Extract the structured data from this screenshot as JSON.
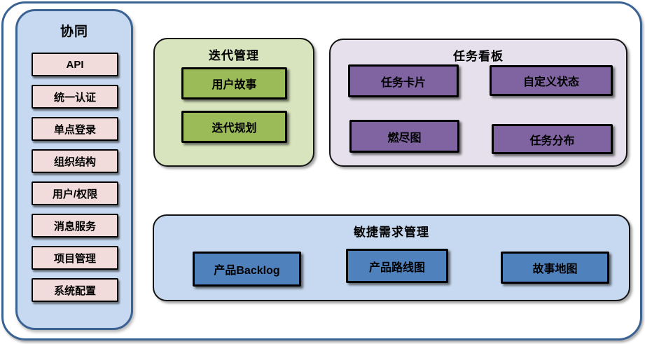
{
  "sidebar": {
    "title": "协同",
    "items": [
      "API",
      "统一认证",
      "单点登录",
      "组织结构",
      "用户/权限",
      "消息服务",
      "项目管理",
      "系统配置"
    ]
  },
  "groups": {
    "iteration": {
      "title": "迭代管理",
      "items": [
        "用户故事",
        "迭代规划"
      ]
    },
    "taskboard": {
      "title": "任务看板",
      "items": [
        "任务卡片",
        "自定义状态",
        "燃尽图",
        "任务分布"
      ]
    },
    "requirements": {
      "title": "敏捷需求管理",
      "items": [
        "产品Backlog",
        "产品路线图",
        "故事地图"
      ]
    }
  },
  "colors": {
    "frame_border": "#3A6292",
    "sidebar_bg": "#C6D9F1",
    "sidebar_item_bg": "#F2DCDB",
    "iteration_bg": "#D7E4BD",
    "iteration_item_bg": "#9BBB59",
    "taskboard_bg": "#E5E0EC",
    "taskboard_item_bg": "#8064A2",
    "requirements_bg": "#C6D9F1",
    "requirements_item_bg": "#4F81BD",
    "item_border": "#000000",
    "text": "#000000"
  }
}
